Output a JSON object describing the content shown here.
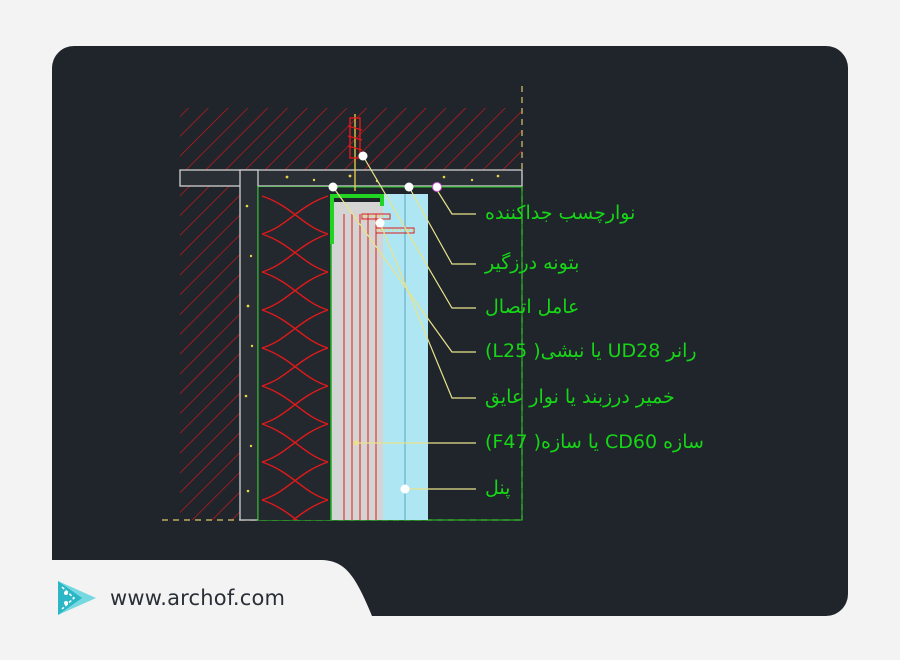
{
  "callouts": [
    {
      "id": "separating-tape",
      "text": "نوارچسب جداکننده"
    },
    {
      "id": "concrete-sealer",
      "text": "بتونه درزگیر"
    },
    {
      "id": "connector",
      "text": "عامل اتصال"
    },
    {
      "id": "ud28-rail",
      "text": "رانر UD28 یا نبشی( L25)"
    },
    {
      "id": "sealant-tape",
      "text": "خمیر درزبند یا نوار عایق"
    },
    {
      "id": "cd60-stud",
      "text": "سازه CD60 یا سازه( F47)"
    },
    {
      "id": "panel",
      "text": "پنل"
    }
  ],
  "branding": {
    "website": "www.archof.com"
  },
  "colors": {
    "background": "#20252c",
    "callout_text": "#16d616",
    "hatch": "#d01818",
    "leader": "#e8e38a",
    "panel_fill": "#aee6f4",
    "board_fill": "#d4d4d4",
    "insulation": "#e01a1a"
  }
}
